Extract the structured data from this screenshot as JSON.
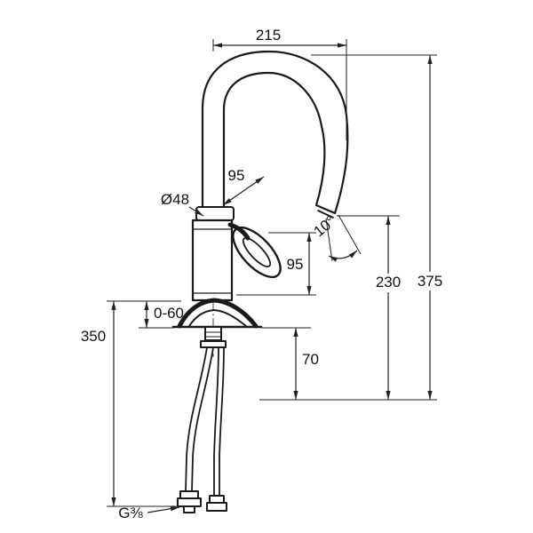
{
  "drawing": {
    "line_color": "#1a1a1a",
    "dim_color": "#222222",
    "labels": {
      "projection": "215",
      "upper_clearance": "95",
      "body_diameter": "Ø48",
      "spout_angle": "10°",
      "handle_clearance": "95",
      "total_height": "375",
      "outlet_height": "230",
      "deck_thickness_range": "0-60",
      "hose_length": "350",
      "base_to_plane": "70",
      "thread_size": "G⅜"
    }
  }
}
